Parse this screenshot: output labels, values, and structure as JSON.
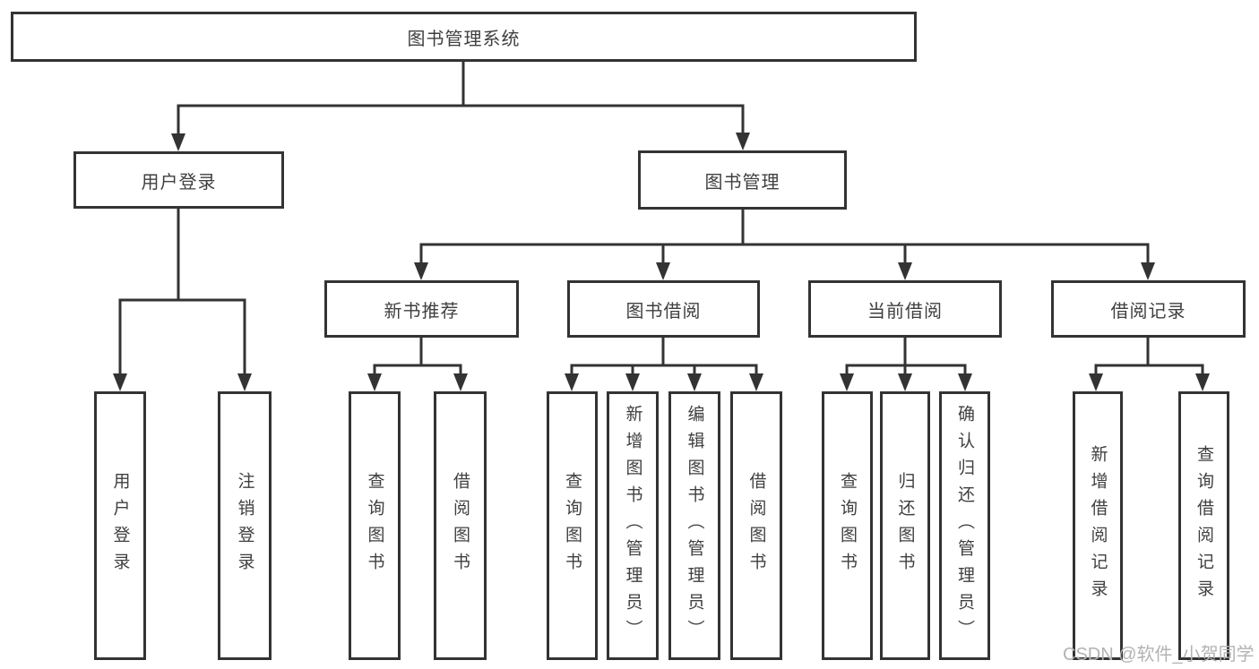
{
  "tree": {
    "label": "图书管理系统",
    "children": [
      {
        "label": "用户登录",
        "children": [
          {
            "label": "用户登录"
          },
          {
            "label": "注销登录"
          }
        ]
      },
      {
        "label": "图书管理",
        "children": [
          {
            "label": "新书推荐",
            "children": [
              {
                "label": "查询图书"
              },
              {
                "label": "借阅图书"
              }
            ]
          },
          {
            "label": "图书借阅",
            "children": [
              {
                "label": "查询图书"
              },
              {
                "label": "新增图书（管理员）"
              },
              {
                "label": "编辑图书（管理员）"
              },
              {
                "label": "借阅图书"
              }
            ]
          },
          {
            "label": "当前借阅",
            "children": [
              {
                "label": "查询图书"
              },
              {
                "label": "归还图书"
              },
              {
                "label": "确认归还（管理员）"
              }
            ]
          },
          {
            "label": "借阅记录",
            "children": [
              {
                "label": "新增借阅记录"
              },
              {
                "label": "查询借阅记录"
              }
            ]
          }
        ]
      }
    ]
  },
  "watermark": {
    "text": "CSDN @软件_小贺同学"
  },
  "colors": {
    "line": "#333333",
    "box_border": "#333333",
    "text": "#3f3f3f",
    "watermark": "#b3b3b3",
    "background": "#ffffff"
  }
}
